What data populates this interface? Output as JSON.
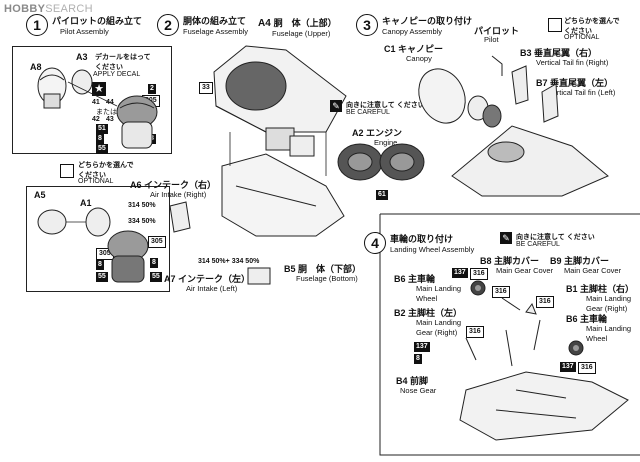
{
  "watermark": {
    "brand": "HOBBY",
    "suffix": "SEARCH"
  },
  "steps": [
    {
      "num": "1",
      "jp": "パイロットの組み立て",
      "en": "Pilot Assembly"
    },
    {
      "num": "2",
      "jp": "胴体の組み立て",
      "en": "Fuselage Assembly"
    },
    {
      "num": "3",
      "jp": "キャノピーの取り付け",
      "en": "Canopy Assembly"
    },
    {
      "num": "4",
      "jp": "車輪の取り付け",
      "en": "Landing Wheel Assembly"
    }
  ],
  "step1": {
    "a8": "A8",
    "a3": "A3",
    "decal_jp": "デカールをはって",
    "decal_or": "ください",
    "decal_en": "APPLY DECAL",
    "decal_nums": [
      "41",
      "44",
      "43",
      "42"
    ],
    "decal_or2": "または",
    "callouts": [
      "2",
      "305",
      "51",
      "8",
      "8",
      "55"
    ],
    "optional_jp": "どちらかを選んで",
    "optional_jp2": "ください",
    "optional_en": "OPTIONAL",
    "a5": "A5",
    "a1": "A1",
    "callouts2": [
      "305",
      "8",
      "55",
      "8",
      "55"
    ]
  },
  "step2": {
    "a4": "A4",
    "a4_jp": "胴　体（上部）",
    "a4_en": "Fuselage (Upper)",
    "c33": "33",
    "careful_jp": "向きに注意して",
    "careful_jp2": "ください",
    "careful_en": "BE CAREFUL",
    "a2": "A2",
    "a2_jp": "エンジン",
    "a2_en": "Engine",
    "c61": "61",
    "a6": "A6",
    "a6_jp": "インテーク（右）",
    "a6_en": "Air Intake (Right)",
    "pct1": "314 50%",
    "pct2": "334 50%",
    "pct3": "314 50%+",
    "pct4": "334 50%",
    "a7": "A7",
    "a7_jp": "インテーク（左）",
    "a7_en": "Air Intake (Left)",
    "b5": "B5",
    "b5_jp": "胴　体（下部）",
    "b5_en": "Fuselage (Bottom)"
  },
  "step3": {
    "c1": "C1",
    "c1_jp": "キャノピー",
    "c1_en": "Canopy",
    "pilot_jp": "パイロット",
    "pilot_en": "Pilot",
    "opt_jp": "どちらかを選んで",
    "opt_jp2": "ください",
    "opt_en": "OPTIONAL",
    "b3": "B3",
    "b3_jp": "垂直尾翼（右）",
    "b3_en": "Vertical Tail fin (Right)",
    "b7": "B7",
    "b7_jp": "垂直尾翼（左）",
    "b7_en": "Vertical Tail fin (Left)"
  },
  "step4": {
    "careful_jp": "向きに注意して",
    "careful_jp2": "ください",
    "careful_en": "BE CAREFUL",
    "b6": "B6",
    "b6_jp": "主車輪",
    "b6_en1": "Main Landing",
    "b6_en2": "Wheel",
    "b8": "B8",
    "b8_jp": "主脚カバー",
    "b8_en": "Main Gear Cover",
    "b9": "B9",
    "b9_jp": "主脚カバー",
    "b9_en": "Main Gear Cover",
    "b1": "B1",
    "b1_jp": "主脚柱（右）",
    "b1_en1": "Main Landing",
    "b1_en2": "Gear (Right)",
    "b2": "B2",
    "b2_jp": "主脚柱（左）",
    "b2_en1": "Main Landing",
    "b2_en2": "Gear (Right)",
    "b6b": "B6",
    "b6b_jp": "主車輪",
    "b6b_en1": "Main Landing",
    "b6b_en2": "Wheel",
    "b4": "B4",
    "b4_jp": "前脚",
    "b4_en": "Nose Gear",
    "nums": [
      "137",
      "316",
      "316",
      "316",
      "316",
      "137",
      "8",
      "137",
      "316"
    ]
  }
}
